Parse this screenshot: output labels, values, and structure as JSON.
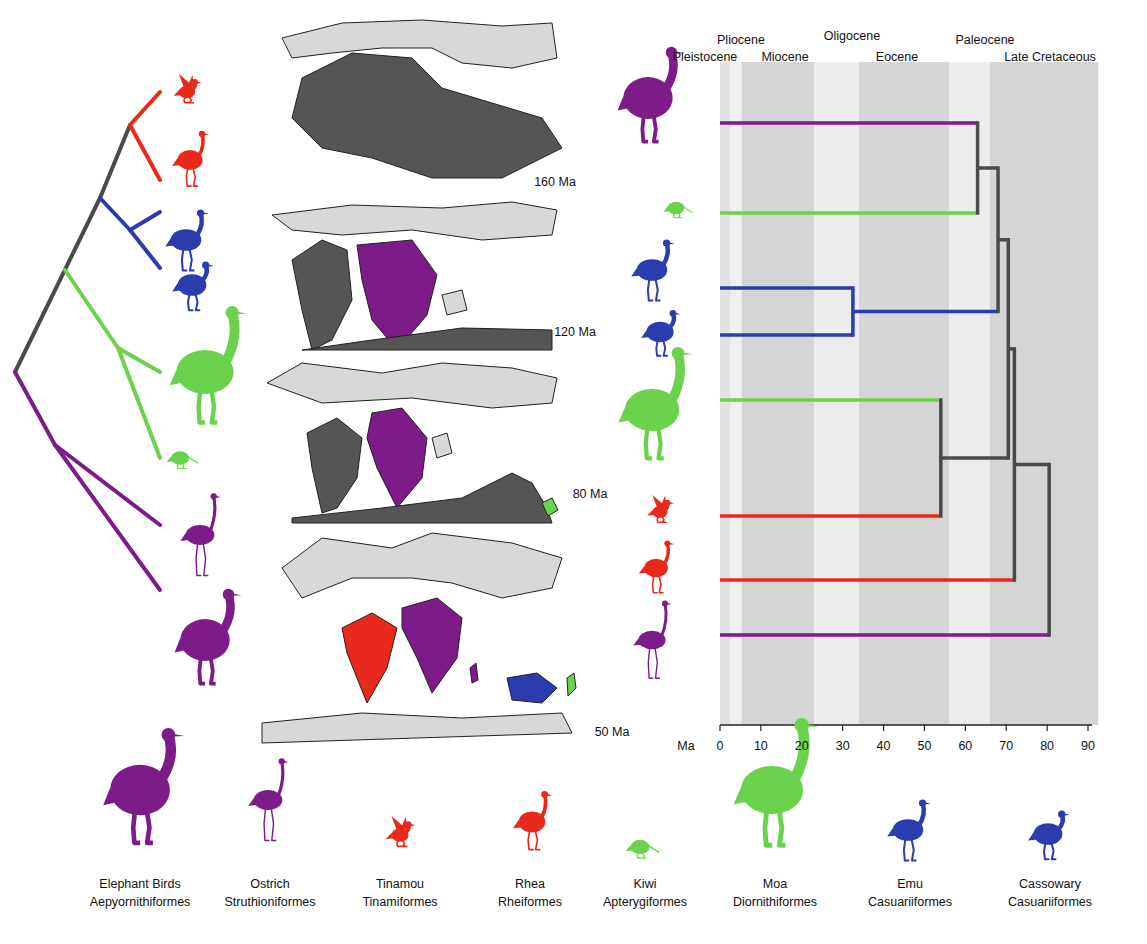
{
  "diagram": {
    "labels": [
      "Pliocene",
      "Pleistocene",
      "Miocene",
      "Oligocene",
      "Eocene",
      "Paleocene",
      "Late Cretaceous",
      "160 Ma",
      "120 Ma",
      "80 Ma",
      "50 Ma",
      "Ma",
      "0",
      "10",
      "20",
      "30",
      "40",
      "50",
      "60",
      "70",
      "80",
      "90",
      "Elephant Birds",
      "Aepyornithiformes",
      "Ostrich",
      "Struthioniformes",
      "Tinamou",
      "Tinamiformes",
      "Rhea",
      "Rheiformes",
      "Kiwi",
      "Apterygiformes",
      "Moa",
      "Diornithiformes",
      "Emu",
      "Casuariiformes",
      "Cassowary",
      "Casuariiformes"
    ]
  }
}
